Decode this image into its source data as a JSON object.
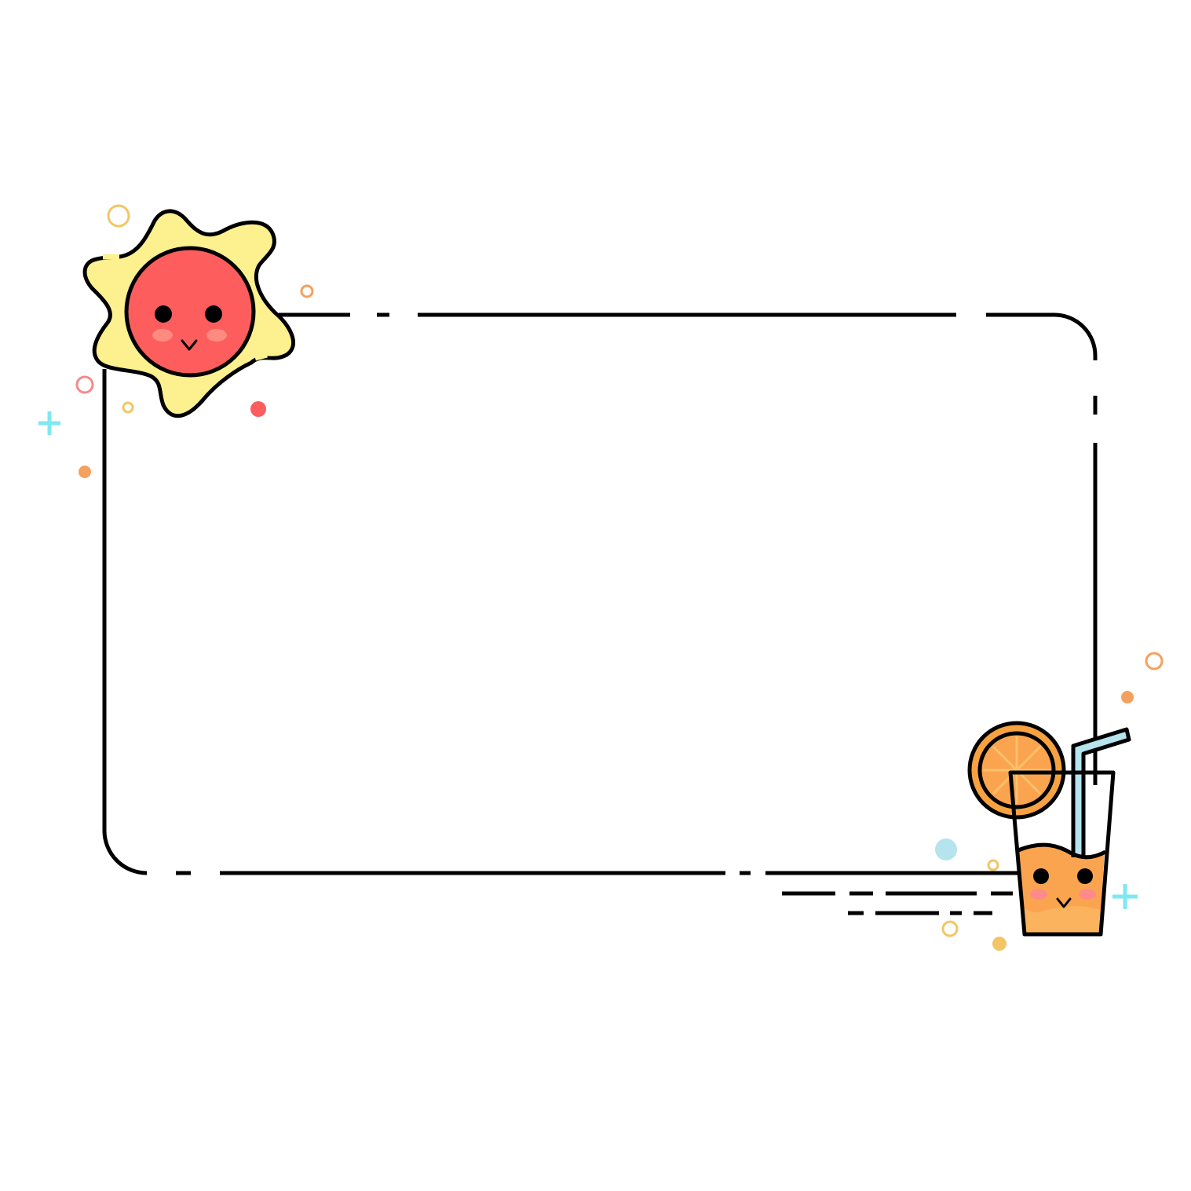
{
  "illustration": {
    "kind": "decorative-frame",
    "frame": {
      "style": "rounded-rectangle-dashed-outline",
      "stroke_color": "#000000",
      "fill_color": "#ffffff"
    },
    "sun": {
      "name": "sun-character",
      "petal_color": "#fdf08f",
      "face_color": "#fd5d5d",
      "blush_color": "#ff8a80",
      "eye_color": "#000000"
    },
    "juice": {
      "name": "orange-juice-character",
      "juice_color": "#fba44f",
      "juice_light_color": "#fcc06c",
      "orange_color": "#f7a241",
      "straw_color": "#b5e3ee",
      "blush_color": "#ff8a8a"
    },
    "sparkles": [
      {
        "shape": "ring",
        "color": "#f2c664"
      },
      {
        "shape": "ring",
        "color": "#f5a05e"
      },
      {
        "shape": "ring",
        "color": "#f48a8a"
      },
      {
        "shape": "ring",
        "color": "#f2c664"
      },
      {
        "shape": "dot",
        "color": "#fd5d5d"
      },
      {
        "shape": "plus",
        "color": "#7fe8f0"
      },
      {
        "shape": "dot",
        "color": "#f5a05e"
      },
      {
        "shape": "ring",
        "color": "#f5a05e"
      },
      {
        "shape": "dot",
        "color": "#f5a05e"
      },
      {
        "shape": "dot",
        "color": "#b5e3ee"
      },
      {
        "shape": "ring",
        "color": "#f2c664"
      },
      {
        "shape": "plus",
        "color": "#7fe8f0"
      },
      {
        "shape": "ring",
        "color": "#f2c664"
      },
      {
        "shape": "dot",
        "color": "#f2c664"
      }
    ]
  }
}
